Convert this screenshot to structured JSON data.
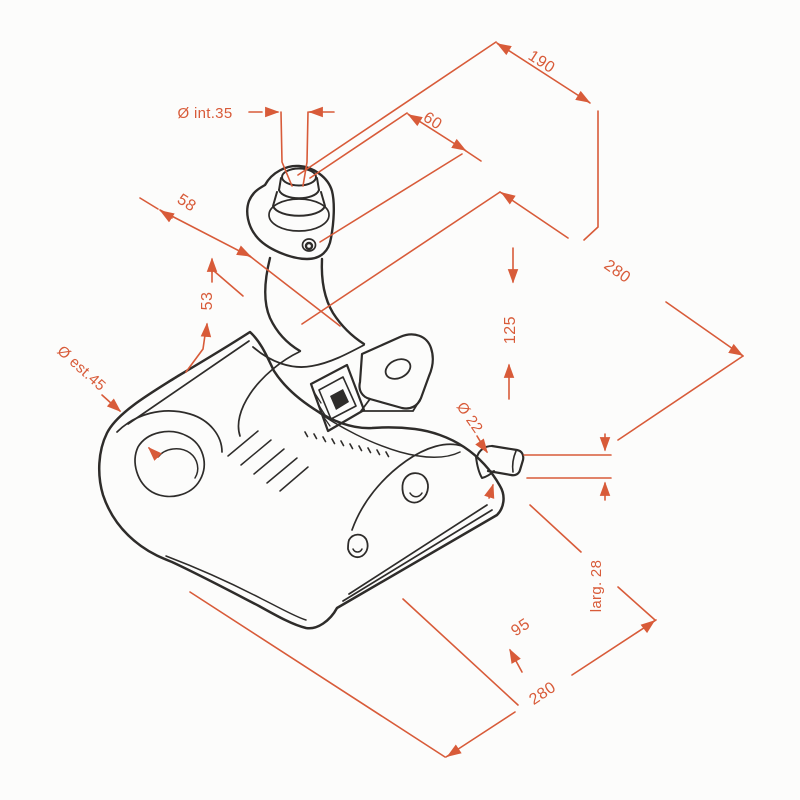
{
  "drawing": {
    "title": "exhaust-muffler-technical-drawing",
    "unit": "mm",
    "dimension_color": "#d85b39",
    "part_color": "#2e2c2a",
    "background": "#fcfcfb",
    "dimensions": {
      "inlet_inner_diameter": {
        "label": "Ø int.35"
      },
      "body_outer_diameter": {
        "label": "Ø est.45"
      },
      "outlet_diameter": {
        "label": "Ø 22"
      },
      "width_note": {
        "label": "larg. 28"
      },
      "top_width": {
        "label": "190"
      },
      "inlet_offset": {
        "label": "60"
      },
      "flange_offset": {
        "label": "58"
      },
      "pipe_height": {
        "label": "53"
      },
      "body_length_top": {
        "label": "280"
      },
      "mid_height": {
        "label": "125"
      },
      "outlet_offset": {
        "label": "95"
      },
      "body_length_bottom": {
        "label": "280"
      }
    }
  }
}
